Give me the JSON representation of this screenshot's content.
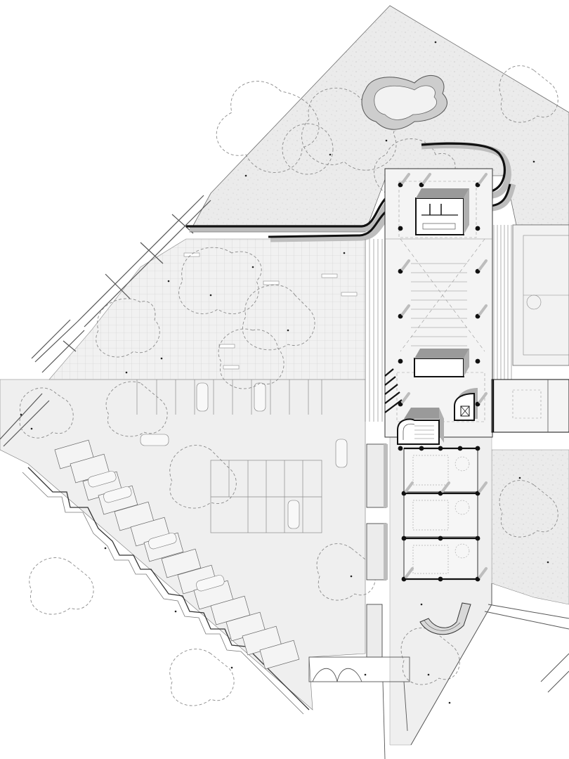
{
  "drawing": {
    "kind": "architectural-site-plan",
    "labels": []
  },
  "colors": {
    "background": "#ffffff",
    "ground_fill": "#eeeeee",
    "plaza_fill": "#f0f0f0",
    "grid_line": "#cfcfcf",
    "dashed_outline": "#8a8a8a",
    "wall": "#111111",
    "shadow": "#bdbdbd",
    "column": "#111111",
    "outline": "#444444",
    "pond": "#cfcfcf"
  },
  "elements": {
    "columns_count": 33,
    "parking_bays_count": 34
  }
}
